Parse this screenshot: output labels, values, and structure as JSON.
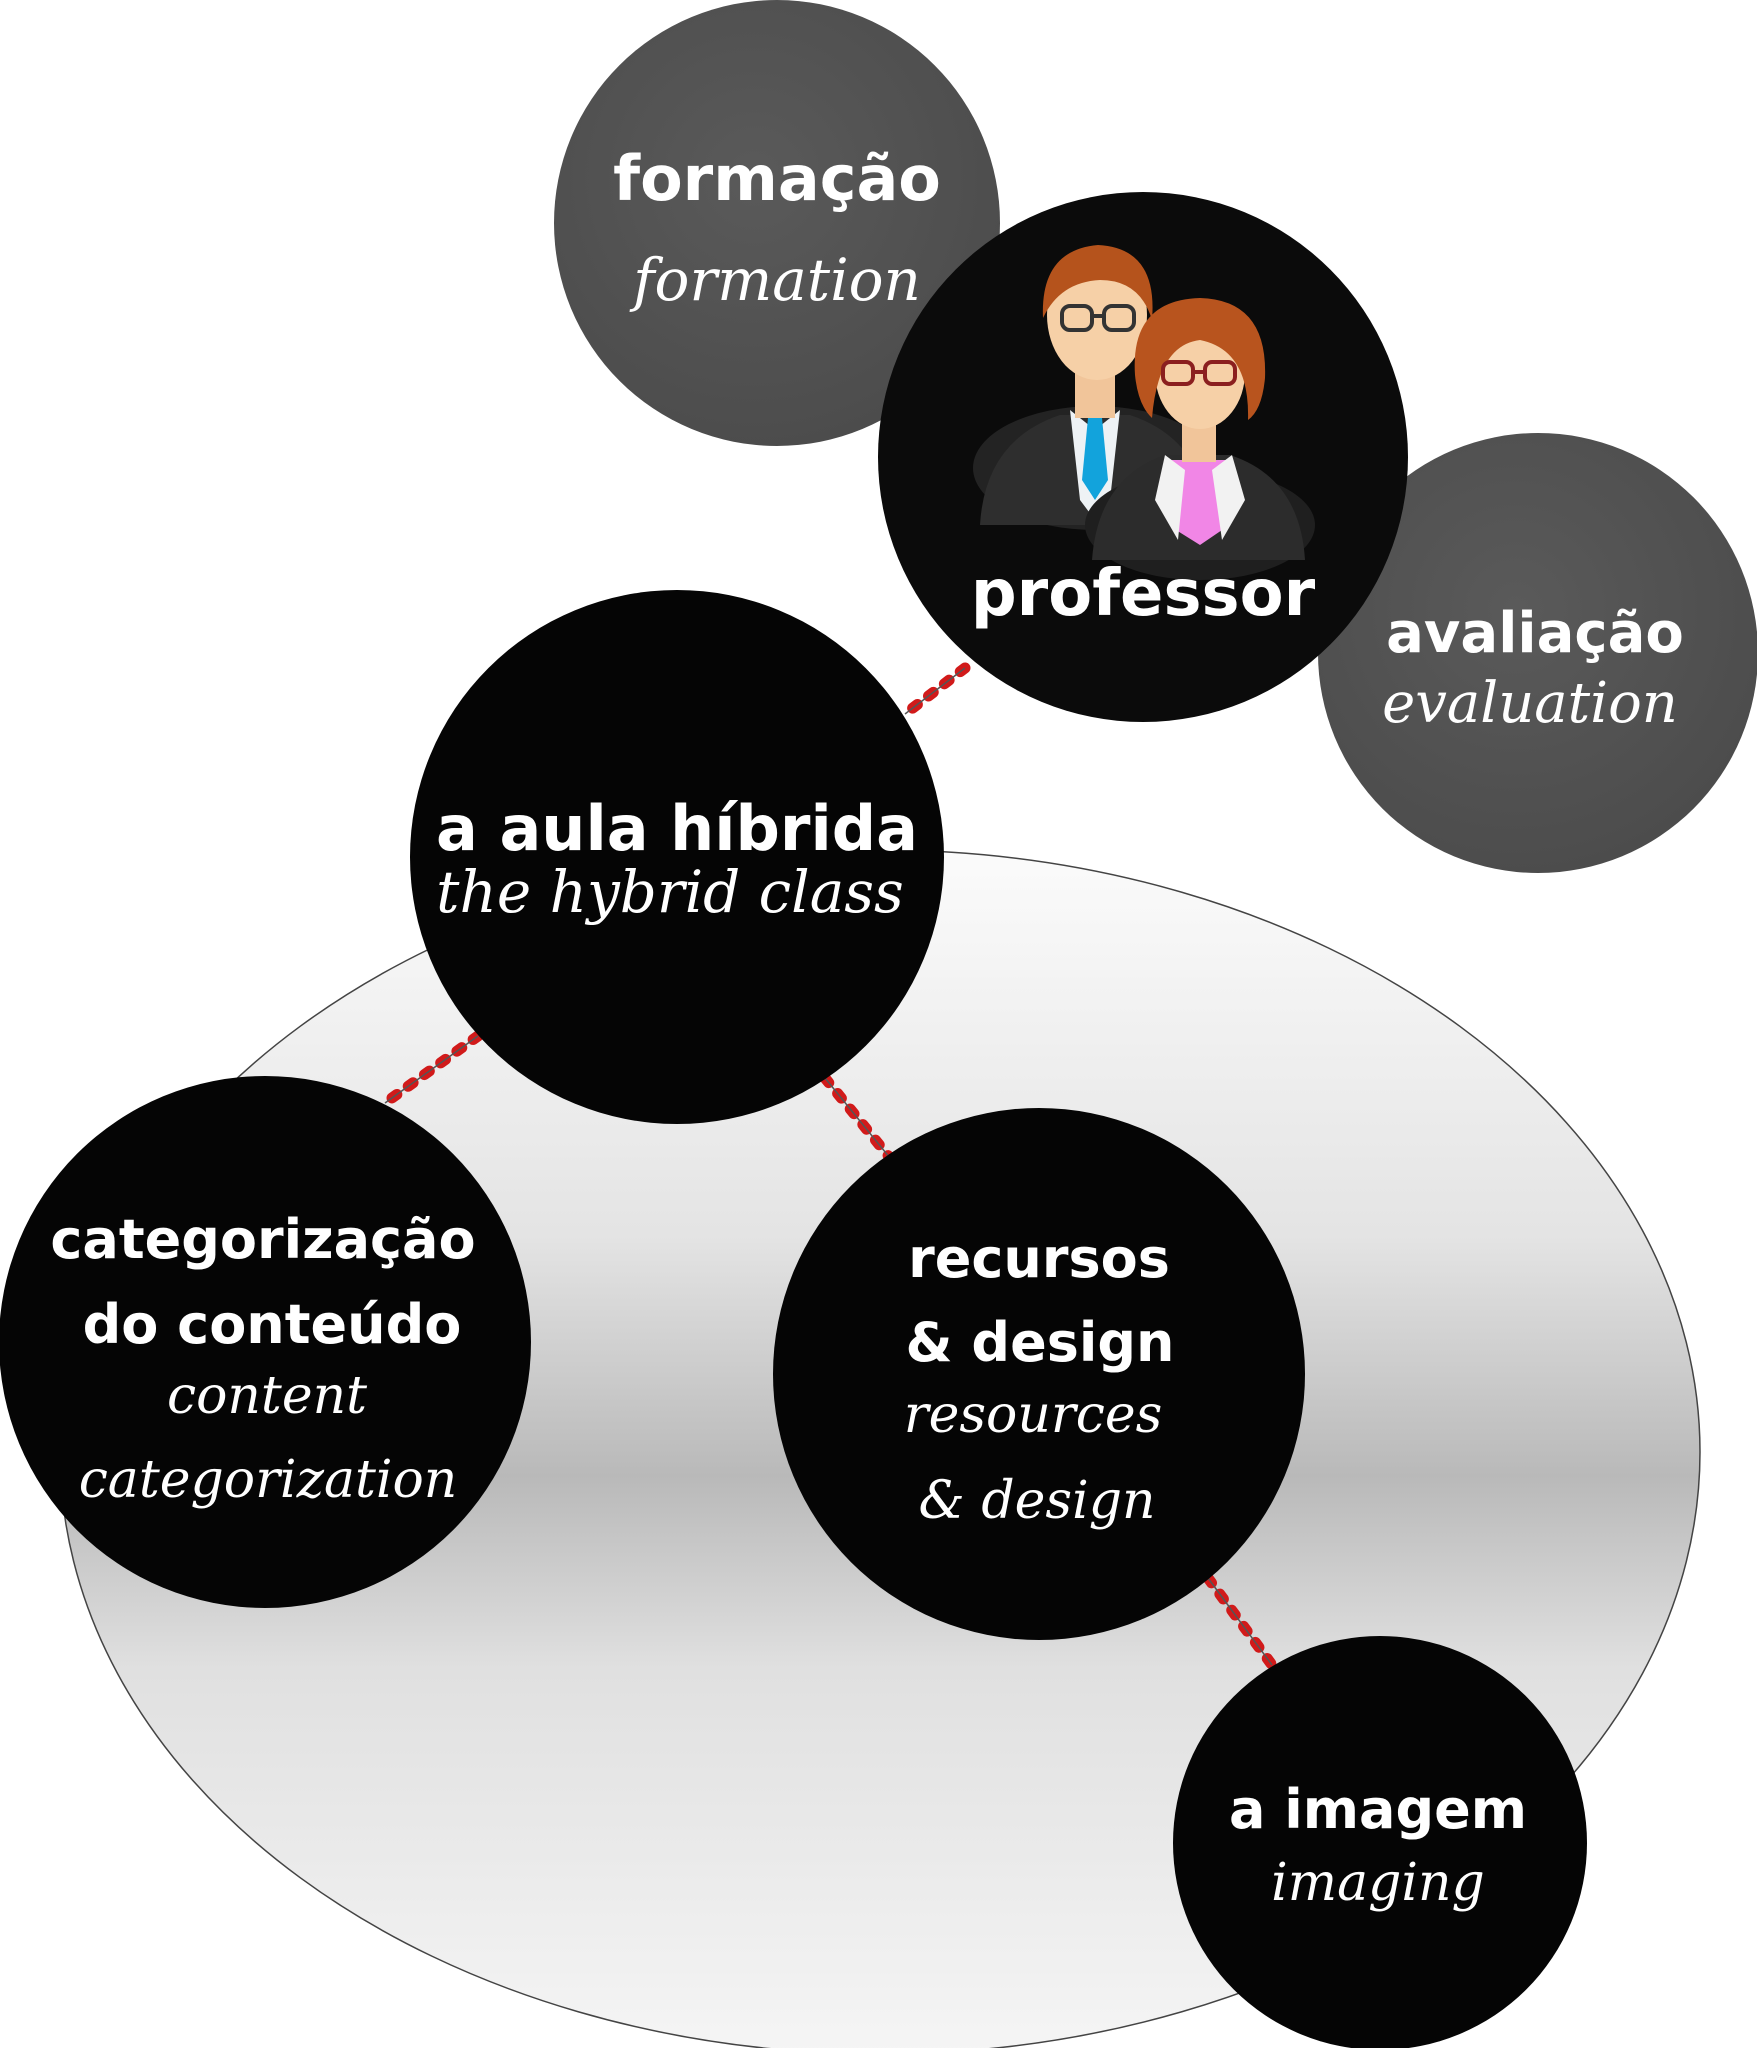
{
  "nodes": {
    "formacao": {
      "label": "formação",
      "sublabel": "formation"
    },
    "professor": {
      "label": "professor"
    },
    "avaliacao": {
      "label": "avaliação",
      "sublabel": "evaluation"
    },
    "aula_hibrida": {
      "label": "a aula híbrida",
      "sublabel": "the hybrid class"
    },
    "categorizacao": {
      "label_line1": "categorização",
      "label_line2": "do conteúdo",
      "sublabel_line1": "content",
      "sublabel_line2": "categorization"
    },
    "recursos": {
      "label_line1": "recursos",
      "label_line2": "& design",
      "sublabel_line1": "resources",
      "sublabel_line2": "& design"
    },
    "imagem": {
      "label": "a imagem",
      "sublabel": "imaging"
    }
  },
  "icons": {
    "professor": "teachers-icon"
  },
  "colors": {
    "dark_node": "#0a0a0a",
    "grey_node": "#515151",
    "connector": "#e01b1b",
    "ellipse_light": "#f2f2f2",
    "ellipse_mid": "#bdbdbd"
  }
}
